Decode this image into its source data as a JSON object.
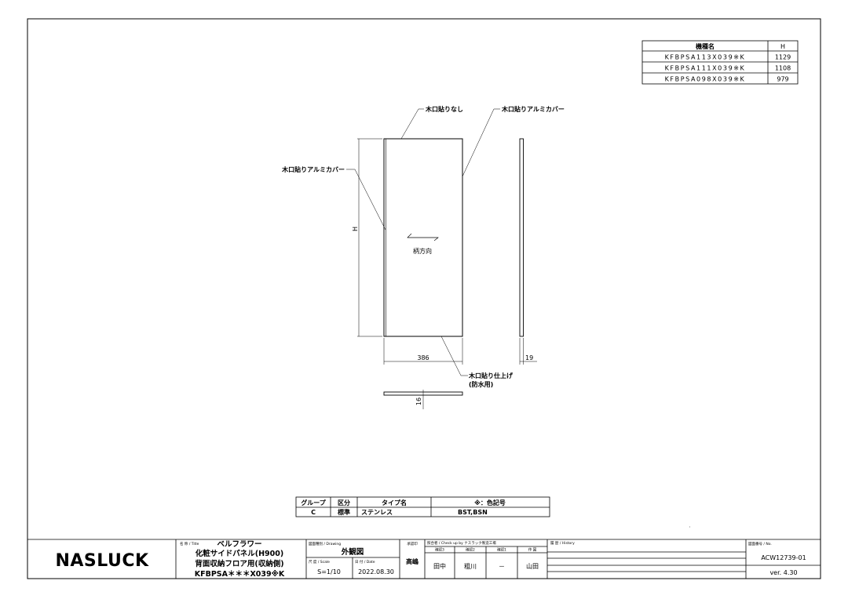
{
  "model_table": {
    "headers": [
      "機種名",
      "H"
    ],
    "rows": [
      {
        "model": "KFBPSA113X039※K",
        "h": "1129"
      },
      {
        "model": "KFBPSA111X039※K",
        "h": "1108"
      },
      {
        "model": "KFBPSA098X039※K",
        "h": "979"
      }
    ]
  },
  "drawing": {
    "label_top_center": "木口貼りなし",
    "label_top_right": "木口貼りアルミカバー",
    "label_left": "木口貼りアルミカバー",
    "label_bottom_line1": "木口貼り仕上げ",
    "label_bottom_line2": "(防水用)",
    "grain_direction": "柄方向",
    "dim_h": "H",
    "dim_width": "386",
    "dim_thickness_side": "19",
    "dim_thickness_bottom": "16"
  },
  "group_table": {
    "headers": [
      "グループ",
      "区分",
      "タイプ名",
      "※：色記号"
    ],
    "row": [
      "C",
      "標準",
      "ステンレス",
      "BST,BSN"
    ]
  },
  "title_block": {
    "logo": "NASLUCK",
    "title_label": "名 称 / Title",
    "title_main": "ベルフラワー",
    "title_line2": "化粧サイドパネル(H900)",
    "title_line3": "背面収納フロア用(収納側)",
    "title_line4": "KFBPSA＊＊＊X039※K",
    "drawing_label": "図面種別 / Drawing",
    "drawing_value": "外観図",
    "scale_label": "尺 度 / Scale",
    "scale_value": "S=1/10",
    "date_label": "日 付 / Date",
    "date_value": "2022.08.30",
    "approve_label": "承認印",
    "approve_value": "高嶋",
    "check_label": "照合者 / Check up by ナスラック製造工場",
    "check_headers": [
      "確認3",
      "確認2",
      "確認1",
      "作 図"
    ],
    "check_values": [
      "田中",
      "粗川",
      "－",
      "山田"
    ],
    "history_label": "履 歴 / History",
    "no_label": "図面番号 / No.",
    "no_value": "ACW12739-01",
    "version": "ver. 4.30"
  }
}
